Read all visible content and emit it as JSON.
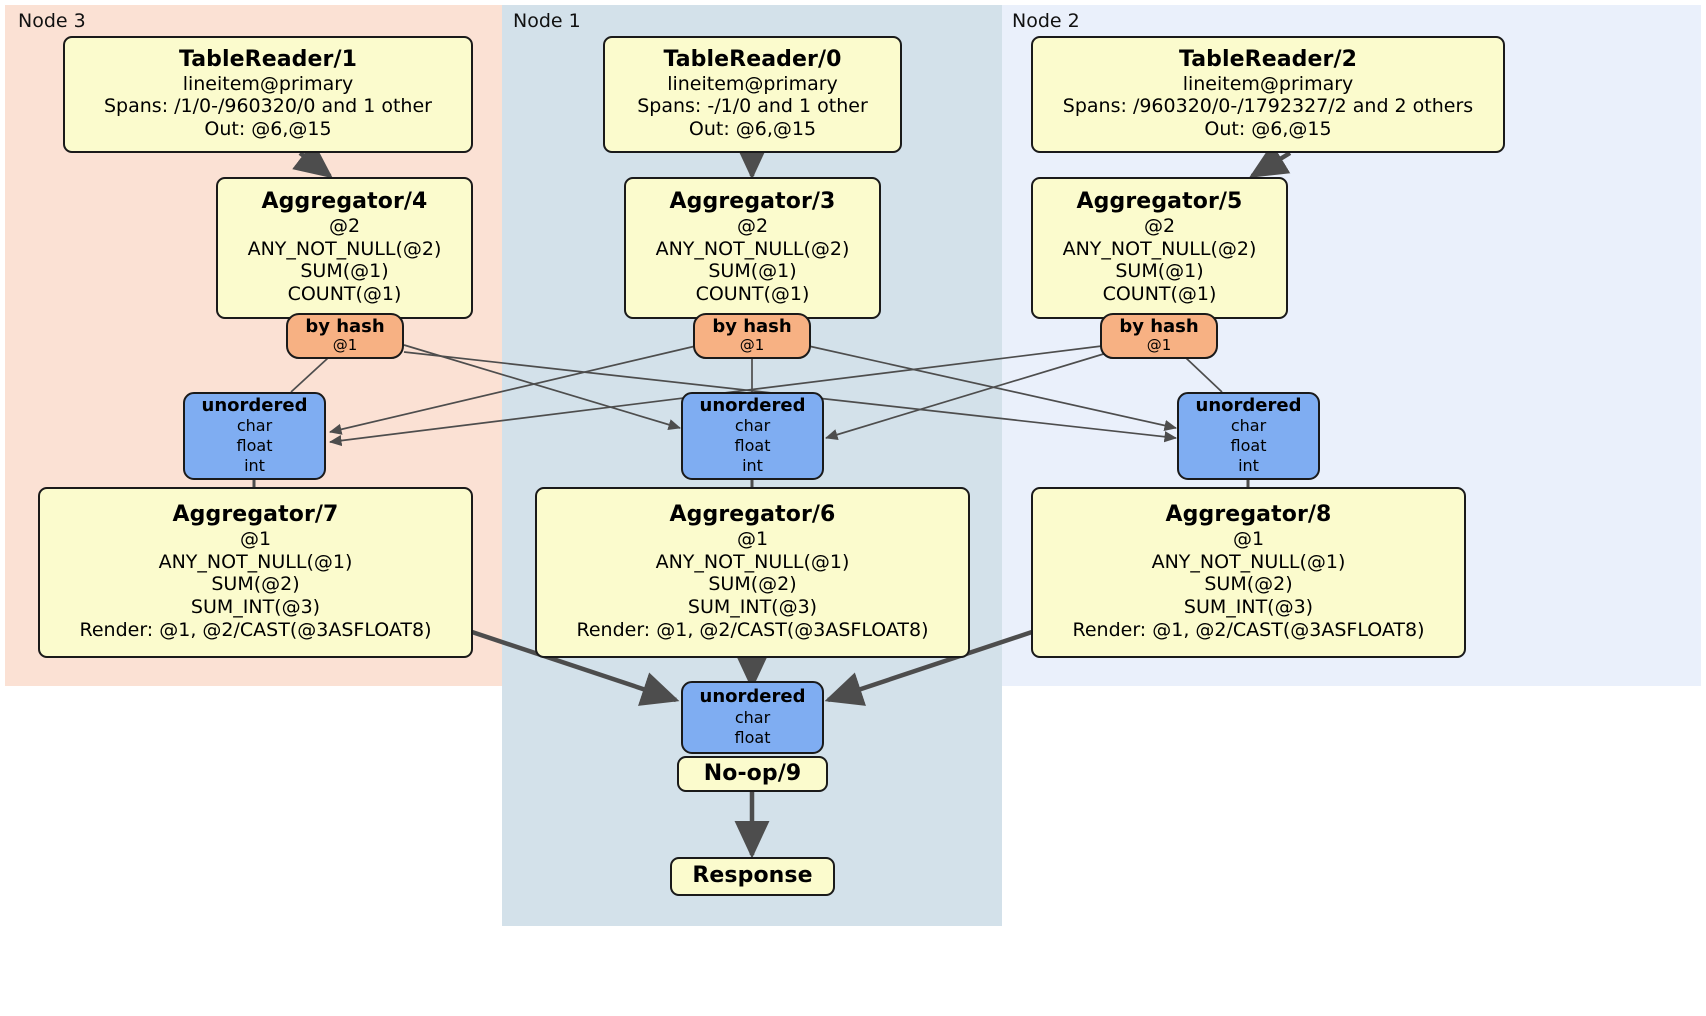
{
  "diagram": {
    "kind": "distributed-query-execution-plan",
    "nodes": [
      {
        "id": "node3",
        "label": "Node 3",
        "color": "#fbe1d4"
      },
      {
        "id": "node1",
        "label": "Node 1",
        "color": "#d3e1ea"
      },
      {
        "id": "node2",
        "label": "Node 2",
        "color": "#eaf0fb"
      }
    ]
  },
  "processors": {
    "tablereader_1": {
      "title": "TableReader/1",
      "lines": [
        "lineitem@primary",
        "Spans: /1/0-/960320/0 and 1 other",
        "Out: @6,@15"
      ]
    },
    "tablereader_0": {
      "title": "TableReader/0",
      "lines": [
        "lineitem@primary",
        "Spans: -/1/0 and 1 other",
        "Out: @6,@15"
      ]
    },
    "tablereader_2": {
      "title": "TableReader/2",
      "lines": [
        "lineitem@primary",
        "Spans: /960320/0-/1792327/2 and 2 others",
        "Out: @6,@15"
      ]
    },
    "aggregator_4": {
      "title": "Aggregator/4",
      "lines": [
        "@2",
        "ANY_NOT_NULL(@2)",
        "SUM(@1)",
        "COUNT(@1)"
      ]
    },
    "aggregator_3": {
      "title": "Aggregator/3",
      "lines": [
        "@2",
        "ANY_NOT_NULL(@2)",
        "SUM(@1)",
        "COUNT(@1)"
      ]
    },
    "aggregator_5": {
      "title": "Aggregator/5",
      "lines": [
        "@2",
        "ANY_NOT_NULL(@2)",
        "SUM(@1)",
        "COUNT(@1)"
      ]
    },
    "aggregator_7": {
      "title": "Aggregator/7",
      "lines": [
        "@1",
        "ANY_NOT_NULL(@1)",
        "SUM(@2)",
        "SUM_INT(@3)",
        "Render: @1, @2/CAST(@3ASFLOAT8)"
      ]
    },
    "aggregator_6": {
      "title": "Aggregator/6",
      "lines": [
        "@1",
        "ANY_NOT_NULL(@1)",
        "SUM(@2)",
        "SUM_INT(@3)",
        "Render: @1, @2/CAST(@3ASFLOAT8)"
      ]
    },
    "aggregator_8": {
      "title": "Aggregator/8",
      "lines": [
        "@1",
        "ANY_NOT_NULL(@1)",
        "SUM(@2)",
        "SUM_INT(@3)",
        "Render: @1, @2/CAST(@3ASFLOAT8)"
      ]
    },
    "noop_9": {
      "title": "No-op/9",
      "lines": []
    },
    "response": {
      "title": "Response",
      "lines": []
    }
  },
  "routers": {
    "byhash_left": {
      "title": "by hash",
      "lines": [
        "@1"
      ]
    },
    "byhash_center": {
      "title": "by hash",
      "lines": [
        "@1"
      ]
    },
    "byhash_right": {
      "title": "by hash",
      "lines": [
        "@1"
      ]
    }
  },
  "synchronizers": {
    "unordered_left": {
      "title": "unordered",
      "lines": [
        "char",
        "float",
        "int"
      ]
    },
    "unordered_center": {
      "title": "unordered",
      "lines": [
        "char",
        "float",
        "int"
      ]
    },
    "unordered_right": {
      "title": "unordered",
      "lines": [
        "char",
        "float",
        "int"
      ]
    },
    "unordered_final": {
      "title": "unordered",
      "lines": [
        "char",
        "float"
      ]
    }
  },
  "colors": {
    "processor_fill": "#fbfbcd",
    "router_fill": "#f7b183",
    "sync_fill": "#7fadf2",
    "stroke": "#1a1a1a",
    "edge": "#4d4d4d",
    "node3_fill": "#fbe1d4",
    "node1_fill": "#d3e1ea",
    "node2_fill": "#eaf0fb"
  }
}
